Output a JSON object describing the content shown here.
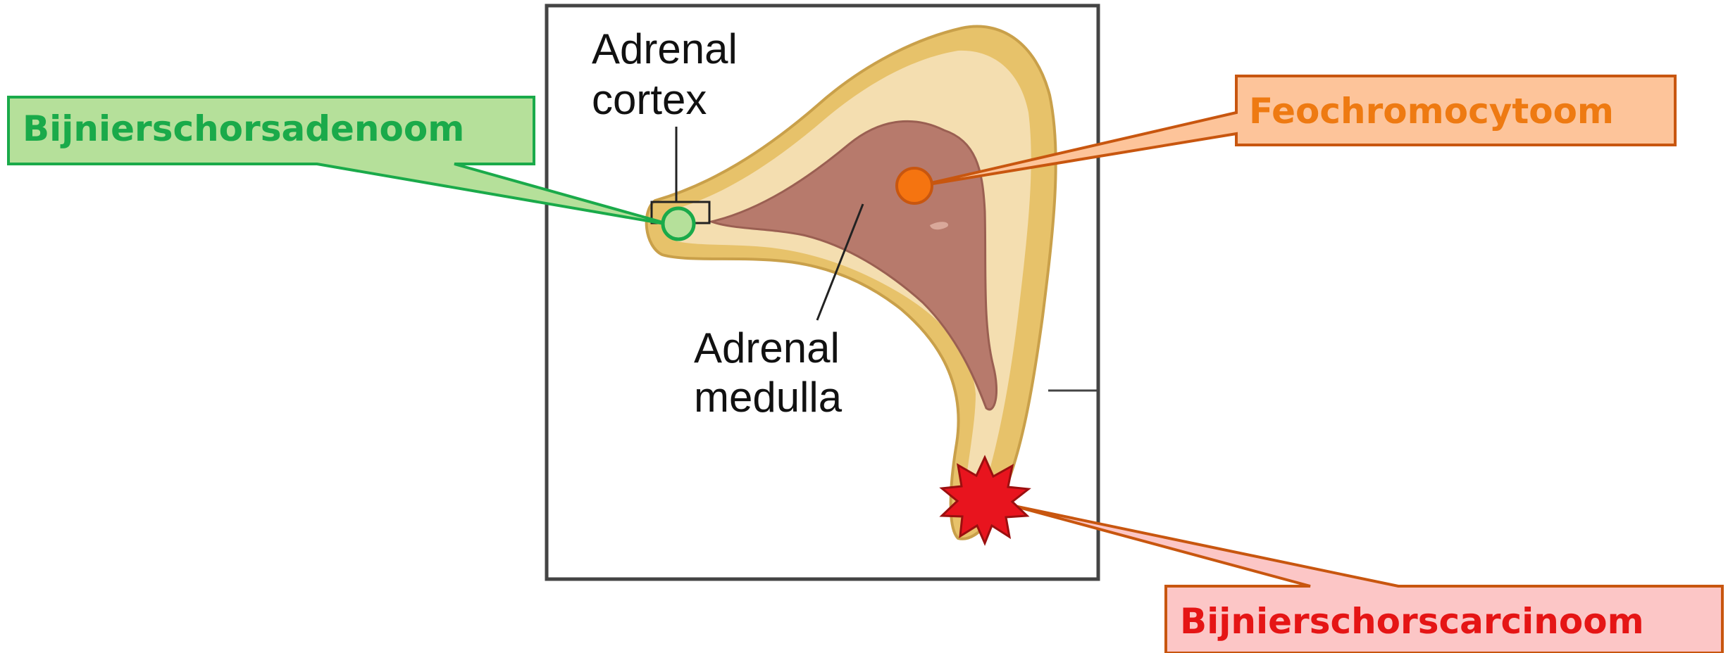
{
  "diagram": {
    "cortex_label": [
      "Adrenal",
      "cortex"
    ],
    "medulla_label": [
      "Adrenal",
      "medulla"
    ]
  },
  "callouts": {
    "adenoma": {
      "text": "Bijnierschorsadenoom",
      "text_color": "#1aaa4a",
      "fill": "#b5e09a",
      "stroke": "#1aaa4a",
      "marker": "green-circle"
    },
    "pheochromocytoma": {
      "text": "Feochromocytoom",
      "text_color": "#ee7a12",
      "fill": "#fdc49a",
      "stroke": "#c8560f",
      "marker": "orange-dot"
    },
    "carcinoma": {
      "text": "Bijnierschorscarcinoom",
      "text_color": "#e51515",
      "fill": "#fcc6c6",
      "stroke": "#c8560f",
      "marker": "red-starburst"
    }
  },
  "colors": {
    "cortex_outer": "#e7c26a",
    "cortex_inner": "#f4deb0",
    "medulla": "#b77a6c",
    "frame": "#444444"
  }
}
